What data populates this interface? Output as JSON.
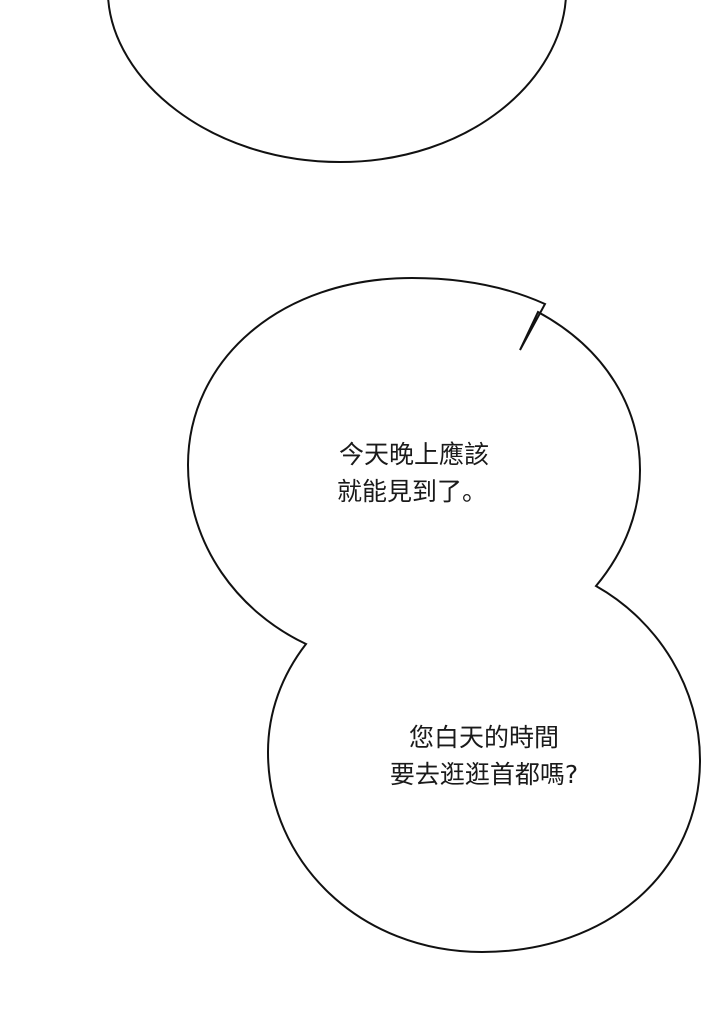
{
  "panel": {
    "background_color": "#ffffff",
    "bubble_fill": "#ffffff",
    "bubble_stroke": "#111111"
  },
  "bubbles": {
    "first": {
      "lines": [
        "今天晚上應該",
        "就能見到了。"
      ]
    },
    "second": {
      "lines": [
        "您白天的時間",
        "要去逛逛首都嗎?"
      ]
    }
  }
}
